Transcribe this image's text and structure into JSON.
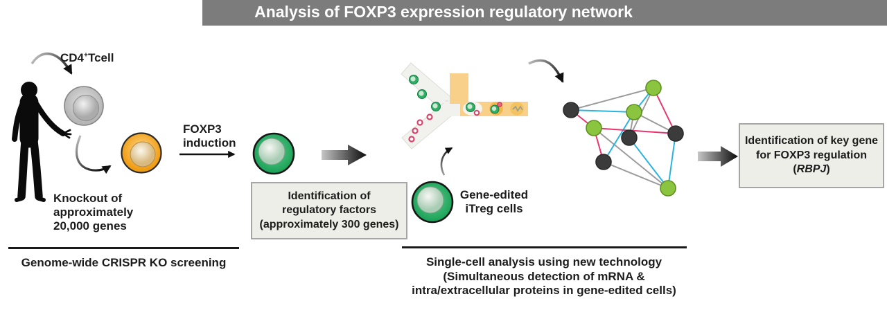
{
  "title": "Analysis of FOXP3 expression regulatory network",
  "left_section": {
    "cd4_label": {
      "pre": "CD4",
      "sup": "+",
      "post": "Tcell"
    },
    "knockout_label": "Knockout of\napproximately\n20,000 genes",
    "foxp3_label": "FOXP3\ninduction",
    "result_box": "Identification of\nregulatory factors\n(approximately 300 genes)",
    "caption": "Genome-wide CRISPR KO screening"
  },
  "middle_section": {
    "cell_label": "Gene-edited\niTreg cells",
    "caption": "Single-cell analysis using new technology\n(Simultaneous detection of mRNA &\nintra/extracellular proteins in gene-edited cells)"
  },
  "right_section": {
    "result_box": {
      "line1": "Identification of key gene",
      "line2": "for FOXP3 regulation",
      "paren_open": "(",
      "gene": "RBPJ",
      "paren_close": ")"
    }
  },
  "colors": {
    "title_bar": "#7c7c7c",
    "cell_gray": "#c9c9c9",
    "cell_orange": "#f5a623",
    "cell_green": "#2eaf66",
    "channel_orange": "#f9d08a",
    "bead_red": "#d9426a",
    "box_background": "#edeee7",
    "network_node_green": "#8bc53f",
    "network_node_dark": "#3b3b3b",
    "network_edge_gray": "#9b9b9b",
    "network_edge_cyan": "#2bb3e0",
    "network_edge_pink": "#e8356d"
  }
}
